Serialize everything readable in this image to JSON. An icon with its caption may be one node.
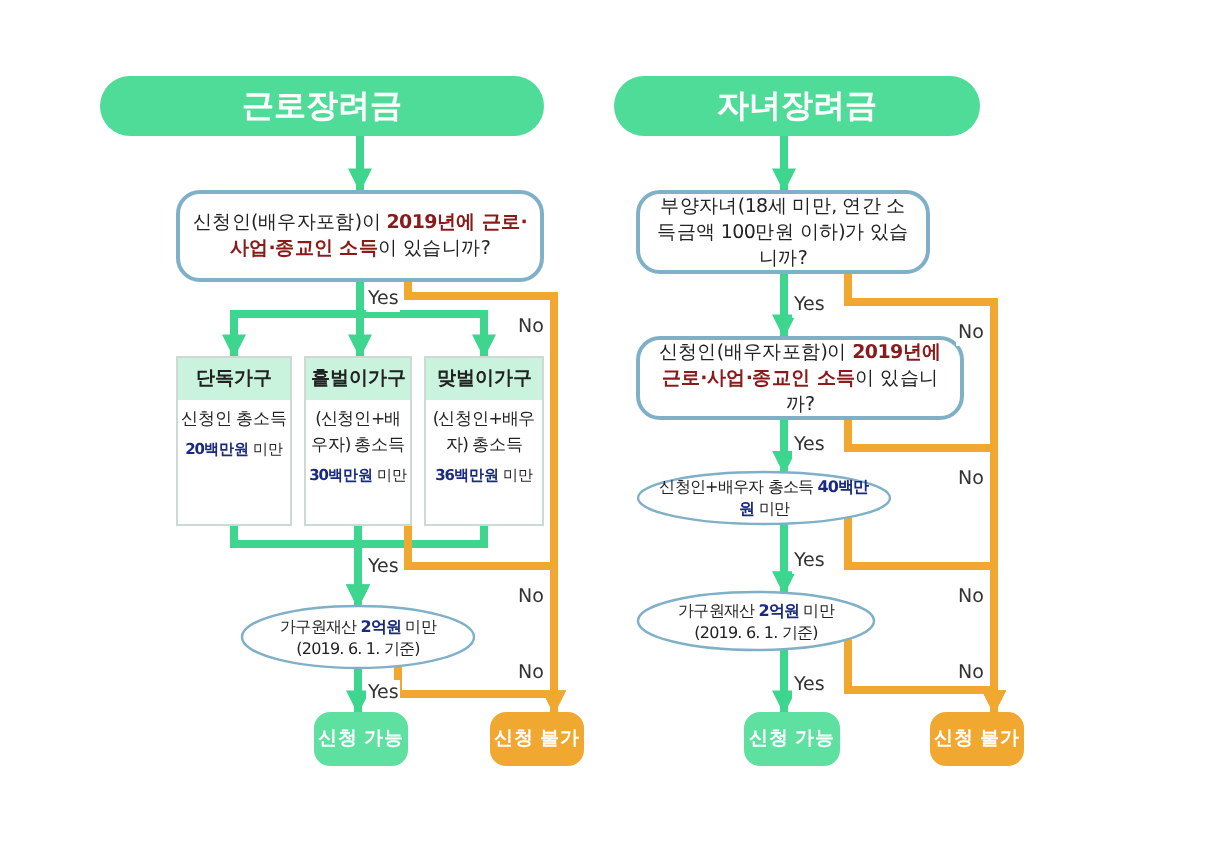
{
  "diagram": {
    "nodes": [
      {
        "text": [
          "근로장려금"
        ]
      },
      {
        "text": [
          "신청인(배우자포함)이 **2019년에 근로·사업·종교인 소득**이 있습니까?"
        ]
      },
      {
        "text": [
          "단독가구",
          "신청인 총소득",
          "**20백만원** 미만"
        ]
      },
      {
        "text": [
          "홑벌이가구",
          "(신청인+배우자) 총소득",
          "**30백만원** 미만"
        ]
      },
      {
        "text": [
          "맞벌이가구",
          "(신청인+배우자) 총소득",
          "**36백만원** 미만"
        ]
      },
      {
        "text": [
          "가구원재산 **2억원** 미만",
          "(2019. 6. 1. 기준)"
        ]
      },
      {
        "text": [
          "신청 가능"
        ]
      },
      {
        "text": [
          "신청 불가"
        ]
      },
      {
        "text": [
          "자녀장려금"
        ]
      },
      {
        "text": [
          "부양자녀(18세 미만, 연간 소득금액 100만원 이하)가 있습니까?"
        ]
      },
      {
        "text": [
          "신청인(배우자포함)이 **2019년에 근로·사업·종교인 소득**이 있습니까?"
        ]
      },
      {
        "text": [
          "신청인+배우자 총소득 **40백만원** 미만"
        ]
      },
      {
        "text": [
          "가구원재산 **2억원** 미만",
          "(2019. 6. 1. 기준)"
        ]
      },
      {
        "text": [
          "신청 가능"
        ]
      },
      {
        "text": [
          "신청 불가"
        ]
      }
    ],
    "edges": [
      {
        "from": 0,
        "to": 1,
        "arrow": "to"
      },
      {
        "from": 1,
        "to": 2,
        "arrow": "to"
      },
      {
        "from": 1,
        "to": 3,
        "arrow": "to",
        "label": "Yes"
      },
      {
        "from": 1,
        "to": 4,
        "arrow": "to"
      },
      {
        "from": 2,
        "to": 5,
        "arrow": "to"
      },
      {
        "from": 3,
        "to": 5,
        "arrow": "to",
        "label": "Yes"
      },
      {
        "from": 4,
        "to": 5,
        "arrow": "to"
      },
      {
        "from": 5,
        "to": 6,
        "arrow": "to",
        "label": "Yes"
      },
      {
        "from": 1,
        "to": 7,
        "arrow": "to",
        "label": "No",
        "color": "#f0a830"
      },
      {
        "from": 3,
        "to": 7,
        "arrow": "to",
        "label": "No",
        "color": "#f0a830"
      },
      {
        "from": 5,
        "to": 7,
        "arrow": "to",
        "label": "No",
        "color": "#f0a830"
      },
      {
        "from": 8,
        "to": 9,
        "arrow": "to"
      },
      {
        "from": 9,
        "to": 10,
        "arrow": "to",
        "label": "Yes"
      },
      {
        "from": 9,
        "to": 14,
        "arrow": "to",
        "label": "No",
        "color": "#f0a830"
      },
      {
        "from": 10,
        "to": 11,
        "arrow": "to",
        "label": "Yes"
      },
      {
        "from": 10,
        "to": 14,
        "arrow": "to",
        "label": "No",
        "color": "#f0a830"
      },
      {
        "from": 11,
        "to": 12,
        "arrow": "to",
        "label": "Yes"
      },
      {
        "from": 11,
        "to": 14,
        "arrow": "to",
        "label": "No",
        "color": "#f0a830"
      },
      {
        "from": 12,
        "to": 13,
        "arrow": "to",
        "label": "Yes"
      },
      {
        "from": 12,
        "to": 14,
        "arrow": "to",
        "label": "No",
        "color": "#f0a830"
      }
    ]
  }
}
